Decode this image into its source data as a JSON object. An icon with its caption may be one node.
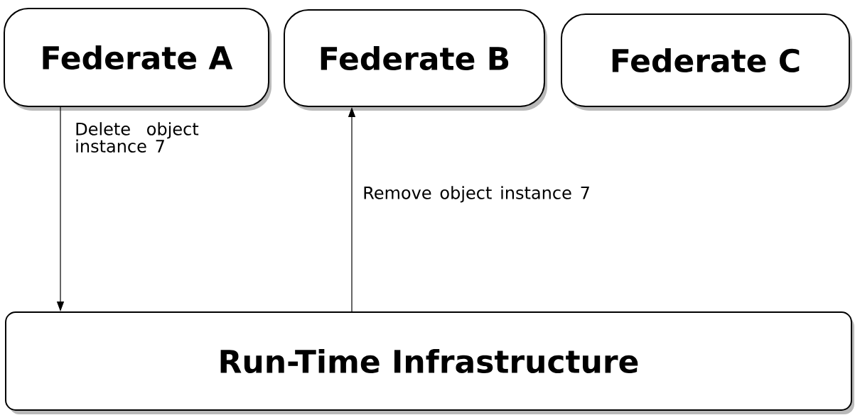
{
  "diagram": {
    "nodes": [
      {
        "text": [
          "Federate A"
        ]
      },
      {
        "text": [
          "Federate B"
        ]
      },
      {
        "text": [
          "Federate C"
        ]
      },
      {
        "text": [
          "Run-Time Infrastructure"
        ]
      }
    ],
    "edges": [
      {
        "from": 0,
        "to": 3,
        "arrow": "to",
        "label": "Delete object instance 7"
      },
      {
        "from": 3,
        "to": 1,
        "arrow": "to",
        "label": "Remove object instance 7"
      }
    ]
  }
}
